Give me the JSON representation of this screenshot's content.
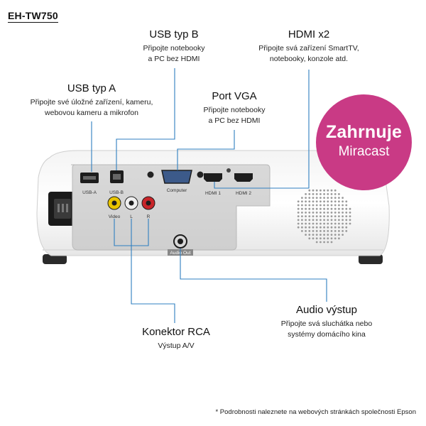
{
  "model": "EH-TW750",
  "callouts": {
    "usb_a": {
      "title": "USB typ A",
      "desc1": "Připojte své úložné zařízení, kameru,",
      "desc2": "webovou kameru a mikrofon"
    },
    "usb_b": {
      "title": "USB typ B",
      "desc1": "Připojte notebooky",
      "desc2": "a PC bez HDMI"
    },
    "hdmi": {
      "title": "HDMI x2",
      "desc1": "Připojte svá zařízení SmartTV,",
      "desc2": "notebooky, konzole atd."
    },
    "vga": {
      "title": "Port VGA",
      "desc1": "Připojte notebooky",
      "desc2": "a PC bez HDMI"
    },
    "rca": {
      "title": "Konektor RCA",
      "desc1": "Výstup A/V"
    },
    "audio": {
      "title": "Audio výstup",
      "desc1": "Připojte svá sluchátka nebo",
      "desc2": "systémy domácího kina"
    }
  },
  "badge": {
    "line1": "Zahrnuje",
    "line2": "Miracast"
  },
  "ports": {
    "usb_a": "USB-A",
    "usb_b": "USB-B",
    "computer": "Computer",
    "hdmi1": "HDMI 1",
    "hdmi2": "HDMI 2",
    "video": "Video",
    "l": "L",
    "r": "R",
    "audio_out": "Audio Out"
  },
  "footnote": "* Podrobnosti naleznete na webových stránkách společnosti Epson",
  "colors": {
    "leader_line": "#2f7fc0",
    "badge": "#c93a85"
  }
}
